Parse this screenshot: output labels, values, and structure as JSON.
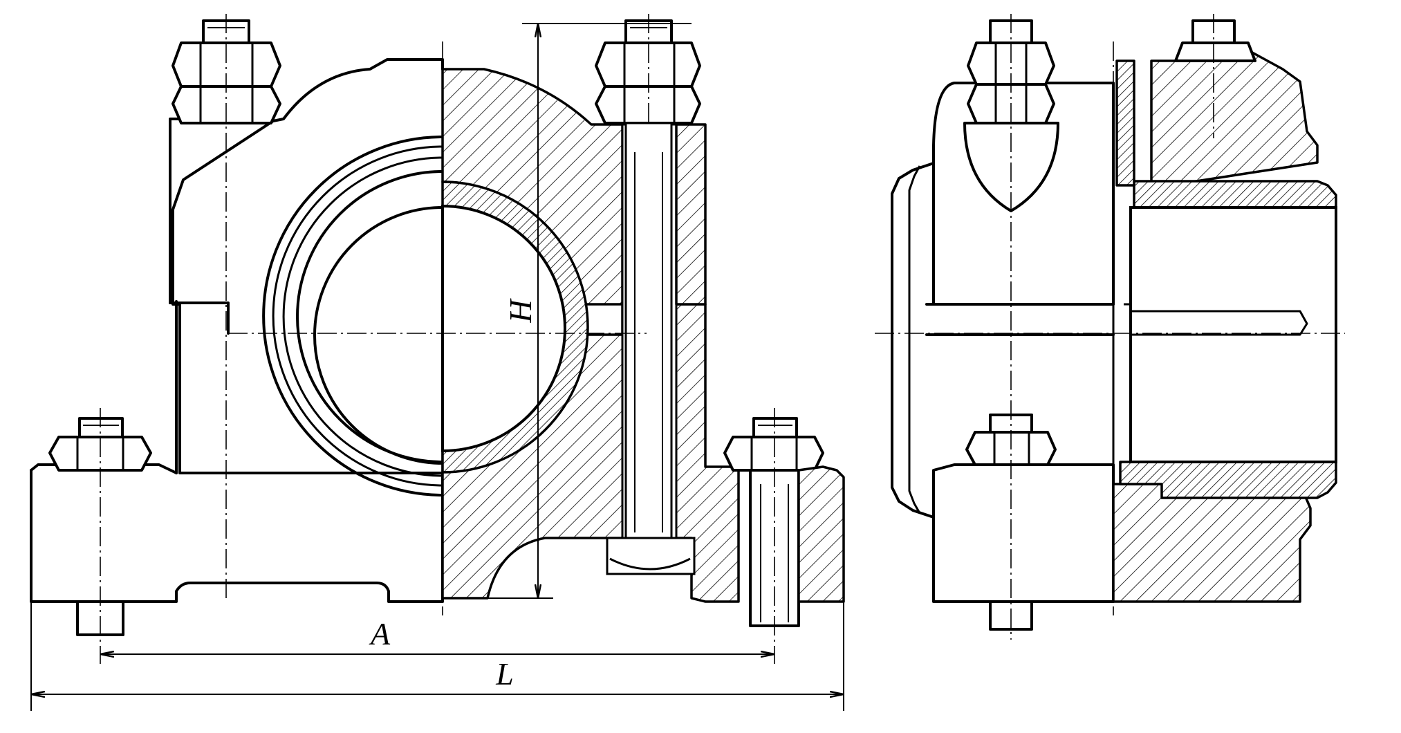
{
  "drawing": {
    "labels": {
      "height": "H",
      "bolt_spacing": "A",
      "overall_length": "L"
    },
    "colors": {
      "line": "#000000",
      "background": "#ffffff"
    }
  }
}
